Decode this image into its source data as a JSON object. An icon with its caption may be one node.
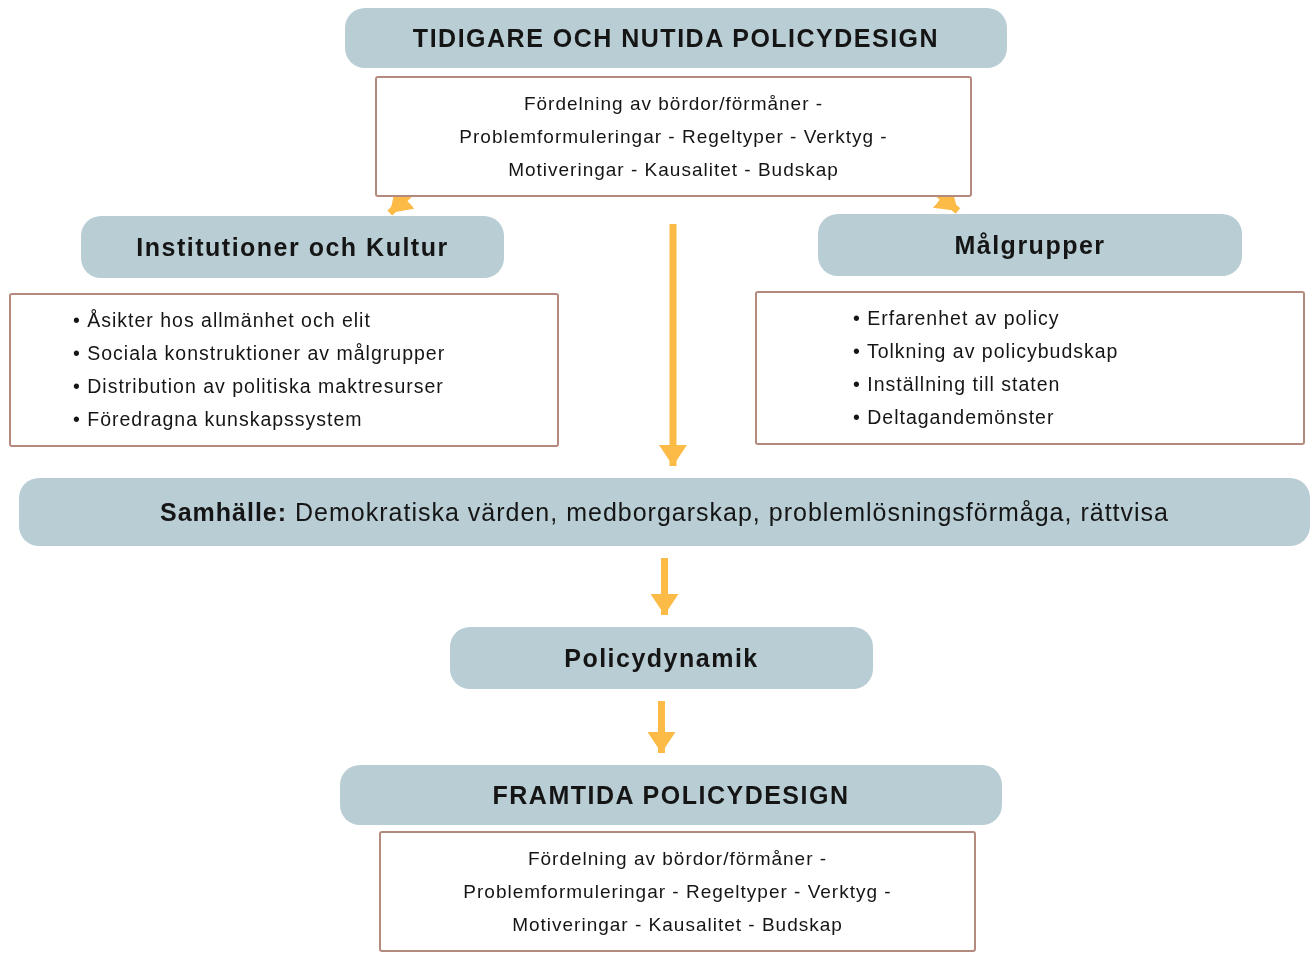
{
  "diagram": {
    "nodes": [
      {
        "text": [
          "TIDIGARE OCH NUTIDA POLICYDESIGN"
        ]
      },
      {
        "text": [
          "Fördelning av bördor/förmåner - Problemformuleringar - Regeltyper - Verktyg - Motiveringar - Kausalitet - Budskap"
        ]
      },
      {
        "text": [
          "Institutioner och Kultur"
        ]
      },
      {
        "text": [
          "• Åsikter hos allmänhet och elit",
          "• Sociala konstruktioner av målgrupper",
          "• Distribution av politiska maktresurser",
          "• Föredragna kunskapssystem"
        ]
      },
      {
        "text": [
          "Målgrupper"
        ]
      },
      {
        "text": [
          "• Erfarenhet av policy",
          "• Tolkning av policybudskap",
          "• Inställning till staten",
          "• Deltagandemönster"
        ]
      },
      {
        "text": [
          "**Samhälle:** Demokratiska värden, medborgarskap, problemlösningsförmåga, rättvisa"
        ]
      },
      {
        "text": [
          "Policydynamik"
        ]
      },
      {
        "text": [
          "FRAMTIDA POLICYDESIGN"
        ]
      },
      {
        "text": [
          "Fördelning av bördor/förmåner - Problemformuleringar - Regeltyper - Verktyg - Motiveringar - Kausalitet - Budskap"
        ]
      }
    ],
    "edges": [
      {
        "from": 1,
        "to": 2,
        "arrow": "to"
      },
      {
        "from": 1,
        "to": 4,
        "arrow": "to"
      },
      {
        "from": 1,
        "to": 6,
        "arrow": "to"
      },
      {
        "from": 6,
        "to": 7,
        "arrow": "to"
      },
      {
        "from": 7,
        "to": 8,
        "arrow": "to"
      }
    ]
  }
}
